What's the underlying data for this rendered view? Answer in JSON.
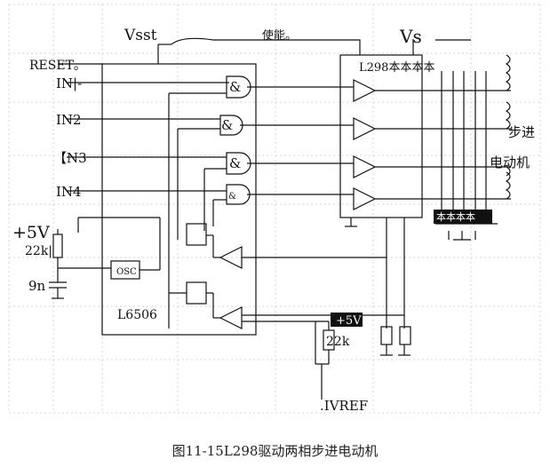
{
  "labels": {
    "vsst": "Vsst",
    "enable": "使能。",
    "vs": "Vs",
    "l298": "L298本本本本",
    "reset": "RESET。",
    "in1": "IN|-",
    "in2": "IN2",
    "in3": "【N3",
    "in4": "IN4",
    "plus5v_left": "+5V",
    "r22k_left": "22k|",
    "osc": "OSC",
    "cap9n": "9n",
    "l6506": "L6506",
    "plus5v_right": "+5V",
    "r22k_right": "22k",
    "ivref": ".IVREF",
    "motor_step": "步进",
    "motor_word": "电动机",
    "and_sym": "&",
    "diode_block": "本本本本"
  },
  "caption": "图11-15L298驱动两相步进电动机"
}
